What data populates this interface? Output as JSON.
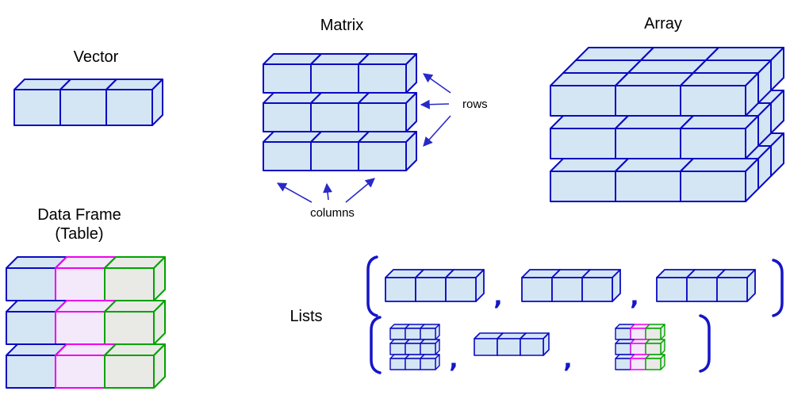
{
  "labels": {
    "vector": "Vector",
    "matrix": "Matrix",
    "array": "Array",
    "dataframe_line1": "Data Frame",
    "dataframe_line2": "(Table)",
    "lists": "Lists",
    "rows_annotation": "rows",
    "columns_annotation": "columns"
  },
  "lists": {
    "separator": ",",
    "open_bracket": "[",
    "close_bracket": "]",
    "row1_items": [
      "vector",
      "vector",
      "vector"
    ],
    "row2_items": [
      "matrix",
      "vector",
      "dataframe"
    ]
  },
  "structures": {
    "vector": {
      "rows": 1,
      "cols": 3
    },
    "matrix": {
      "rows": 3,
      "cols": 3
    },
    "array": {
      "rows": 3,
      "cols": 3,
      "layers": 3
    },
    "dataframe": {
      "rows": 3,
      "cols": 3
    }
  },
  "colors": {
    "cube_stroke_blue": "#0a0ac2",
    "cube_fill_blue": "#d4e5f4",
    "cube_stroke_magenta": "#ee00ee",
    "cube_fill_magenta": "#f4e9fa",
    "cube_stroke_green": "#00a300",
    "cube_fill_green": "#e9e9e6",
    "arrow_blue": "#2929c8",
    "bracket_blue": "#1515c8",
    "text_black": "#000000",
    "background": "#ffffff"
  }
}
